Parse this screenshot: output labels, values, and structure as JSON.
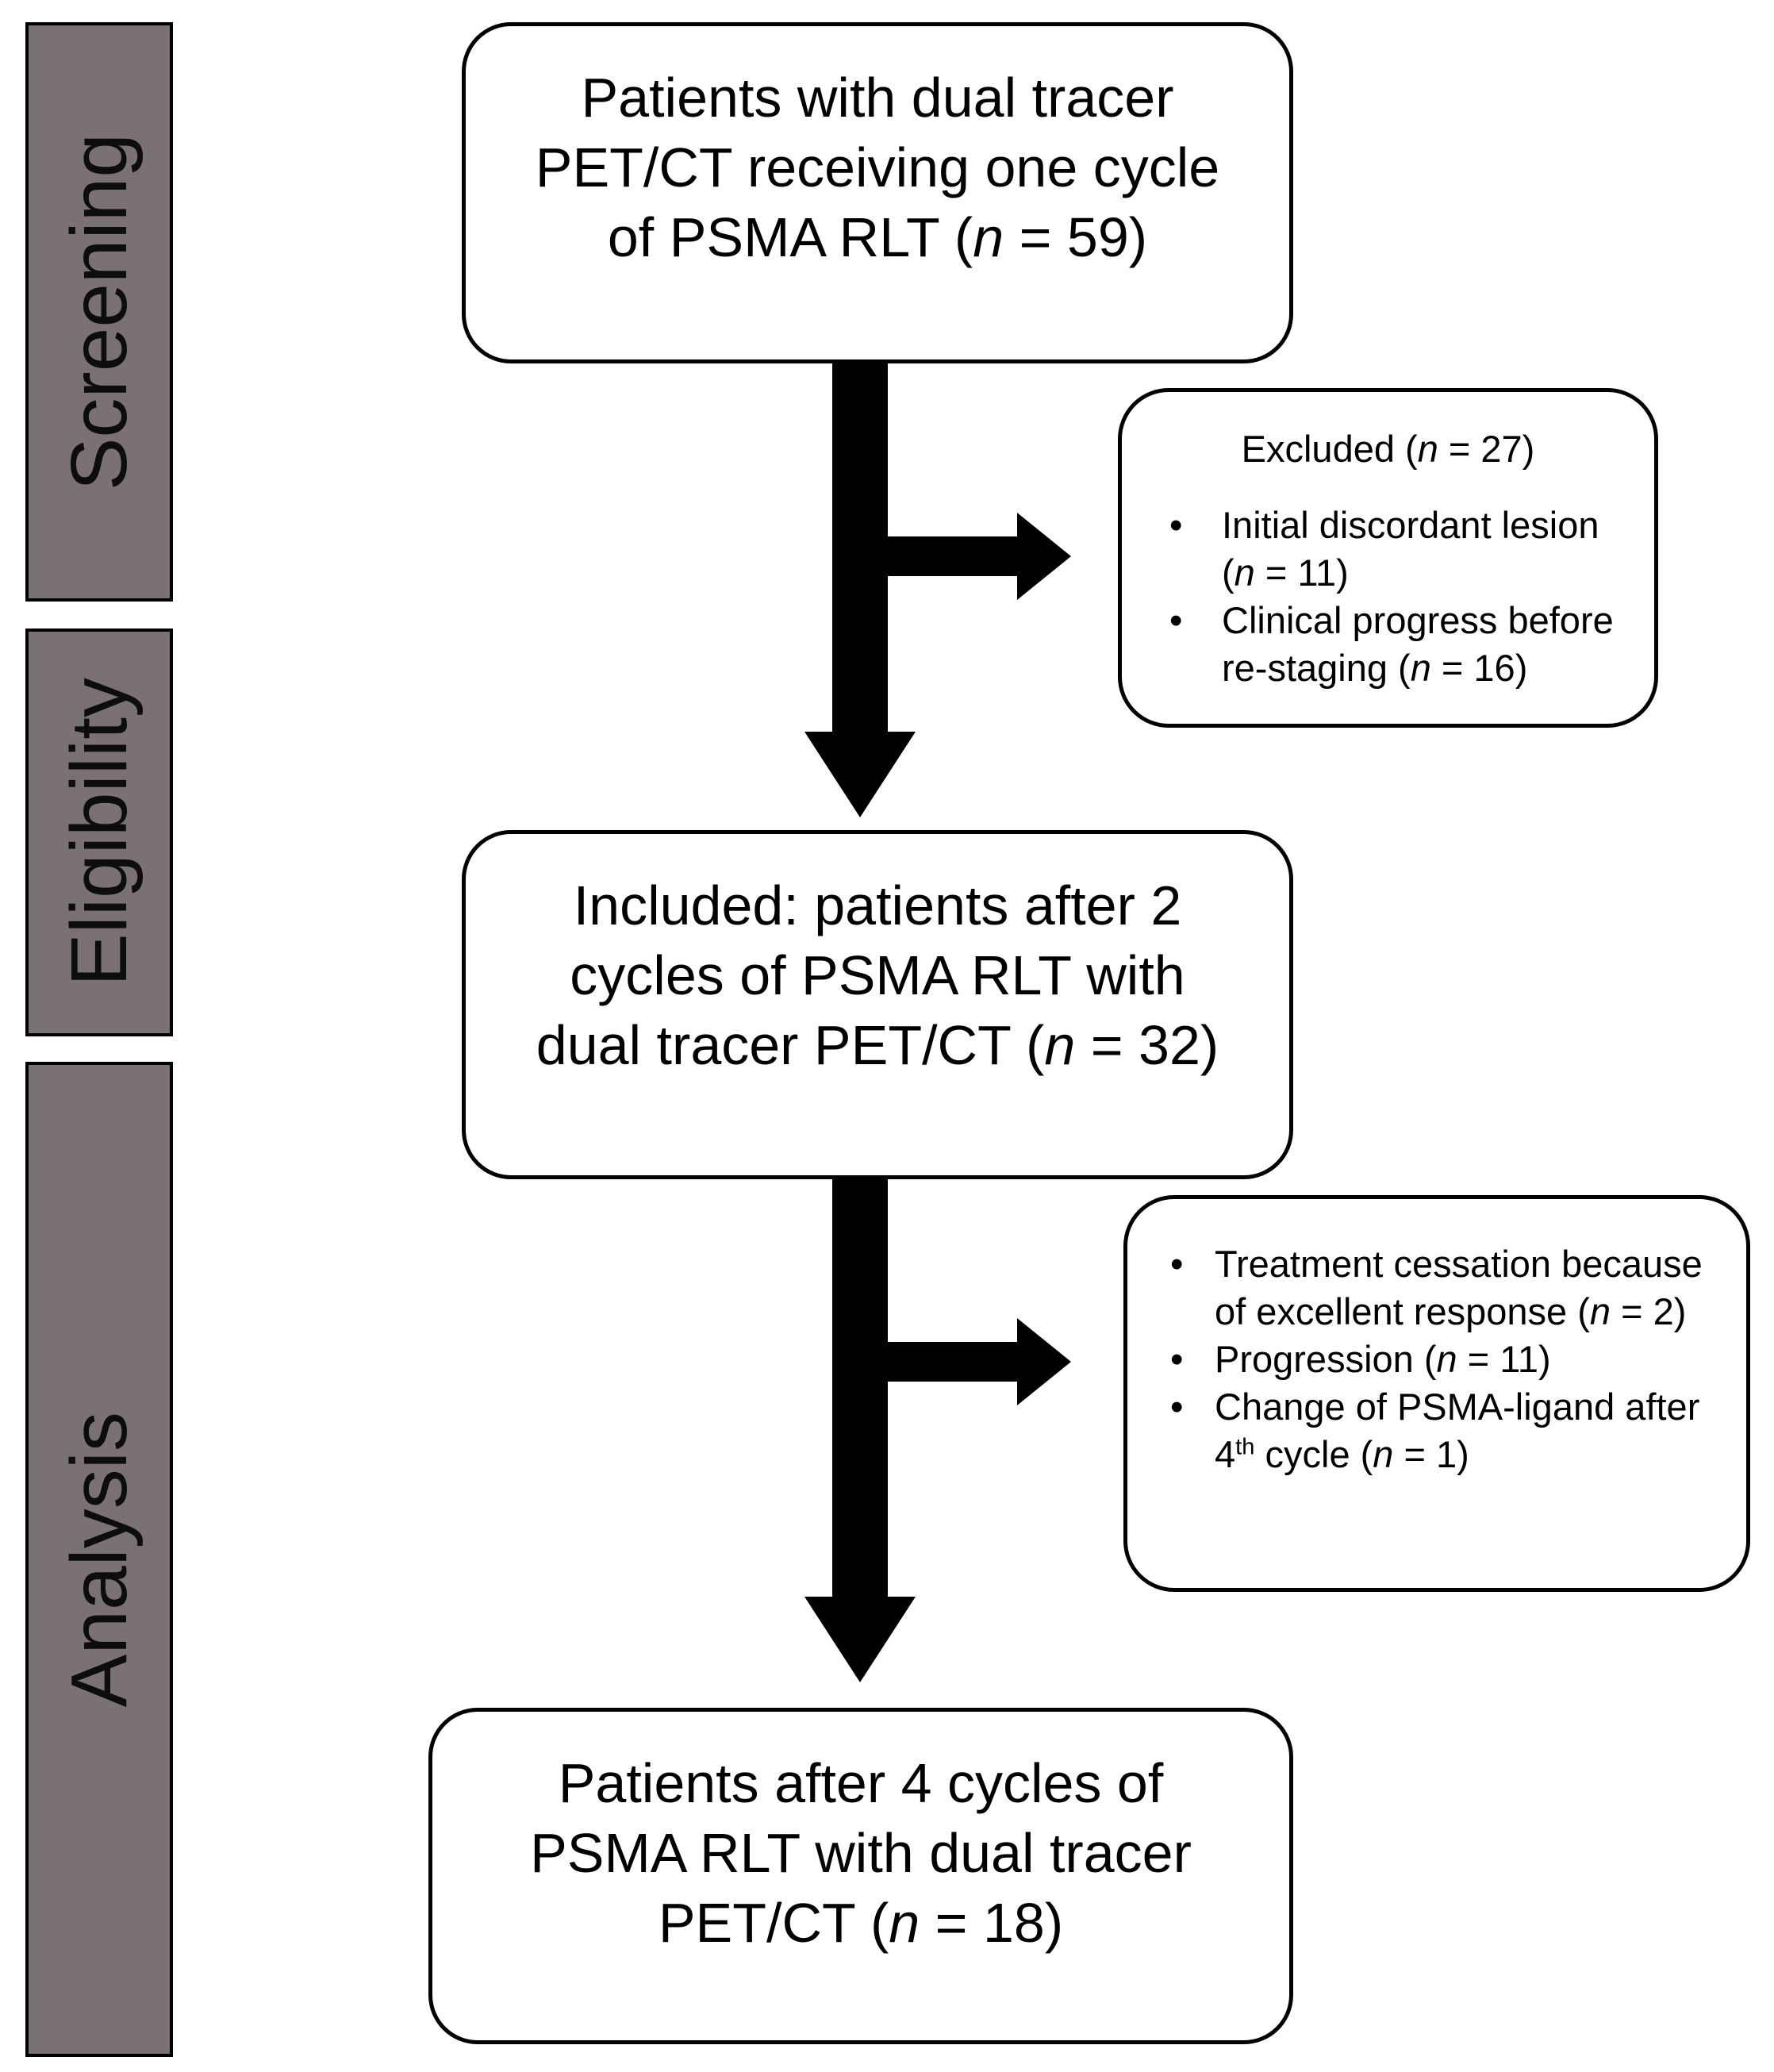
{
  "figure": {
    "stages": [
      {
        "label": "Screening"
      },
      {
        "label": "Eligibility"
      },
      {
        "label": "Analysis"
      }
    ],
    "boxes": {
      "screening": {
        "text": "Patients with dual tracer PET/CT receiving one cycle of PSMA RLT (n = 59)"
      },
      "excluded": {
        "title": "Excluded (n = 27)",
        "bullets": [
          "Initial discordant lesion (n = 11)",
          "Clinical progress before re-staging (n = 16)"
        ]
      },
      "included": {
        "text": "Included: patients after 2 cycles of PSMA RLT with dual tracer PET/CT (n = 32)"
      },
      "dropouts": {
        "bullets": [
          "Treatment cessation because of excellent response (n = 2)",
          "Progression (n = 11)",
          "Change of PSMA-ligand after 4th cycle (n = 1)"
        ]
      },
      "final": {
        "text": "Patients after 4 cycles of PSMA RLT with dual tracer PET/CT (n = 18)"
      }
    },
    "colors": {
      "stage_bar_fill": "#7a7173",
      "stage_bar_border": "#000000",
      "box_fill": "#ffffff",
      "box_border": "#000000",
      "arrow": "#000000",
      "text": "#000000",
      "background": "#ffffff"
    }
  }
}
